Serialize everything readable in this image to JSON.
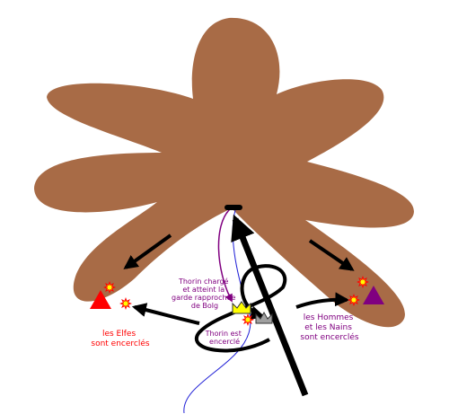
{
  "labels": {
    "thorin_charge": [
      "Thorin chargé",
      "et atteint la",
      "garde rapprochée",
      "de Bolg"
    ],
    "thorin_encircled": [
      "Thorin est",
      "encerclé"
    ],
    "elves_encircled": [
      "les Elfes",
      "sont encerclés"
    ],
    "men_dwarves_encircled": [
      "les Hommes",
      "et les Nains",
      "sont encerclés"
    ]
  },
  "colors": {
    "mountain": "#a86b46",
    "elves": "#ff0000",
    "men_dwarves": "#800080",
    "thorin_path": "#800080",
    "blue_path": "#1f1fd6",
    "arrows": "#000000",
    "crown_thorin": "#ffff00",
    "crown_bolg": "#a0a0a0",
    "explosion_outer": "#ff0000",
    "explosion_inner": "#ffff00"
  },
  "icons": [
    "triangle-elves-icon",
    "triangle-men-dwarves-icon",
    "crown-thorin-icon",
    "crown-bolg-icon",
    "explosion-icon"
  ]
}
